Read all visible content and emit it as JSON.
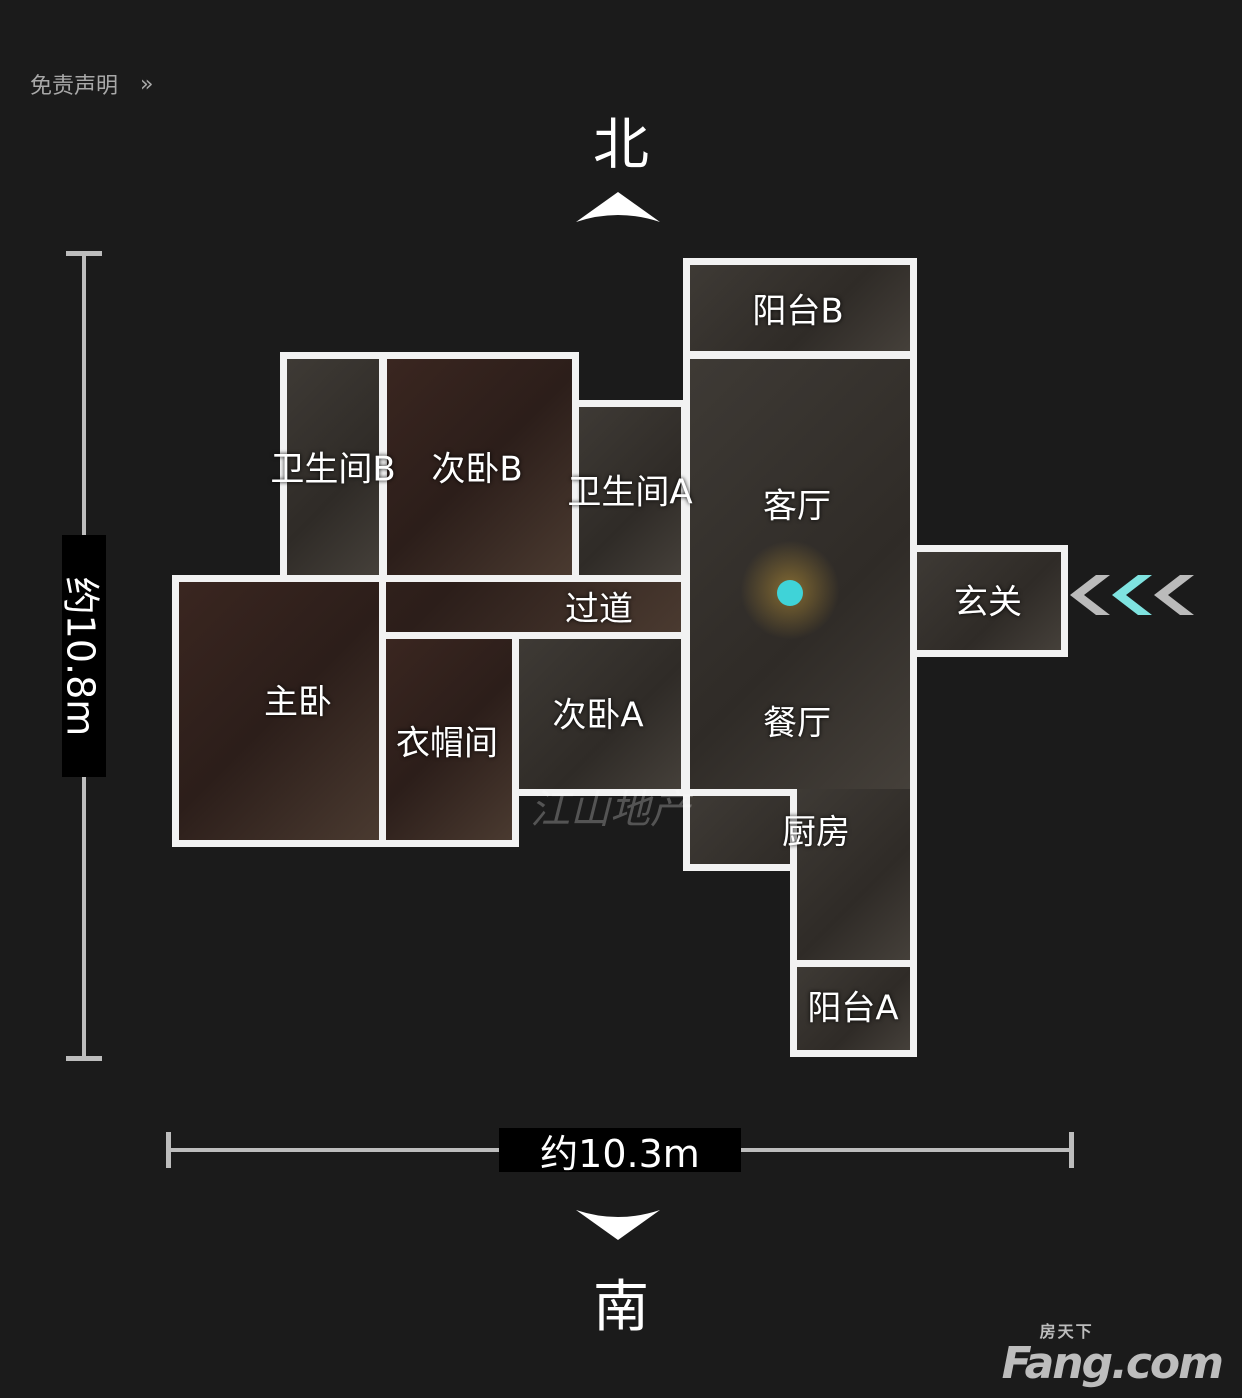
{
  "disclaimer": {
    "label": "免责声明",
    "icon": "double-chevron-right-icon"
  },
  "compass": {
    "north": "北",
    "south": "南"
  },
  "dimensions": {
    "height": "约10.8m",
    "width": "约10.3m"
  },
  "rooms": {
    "balcony_b": "阳台B",
    "bath_b": "卫生间B",
    "bedroom_b": "次卧B",
    "bath_a": "卫生间A",
    "living": "客厅",
    "entrance": "玄关",
    "hallway": "过道",
    "master": "主卧",
    "closet": "衣帽间",
    "bedroom_a": "次卧A",
    "dining": "餐厅",
    "kitchen": "厨房",
    "balcony_a": "阳台A"
  },
  "watermark": "江山地产",
  "logo": {
    "cn": "房天下",
    "en": "Fang.com"
  },
  "colors": {
    "marker": "#3fd3d8",
    "arrow": "#7fe3e0"
  }
}
